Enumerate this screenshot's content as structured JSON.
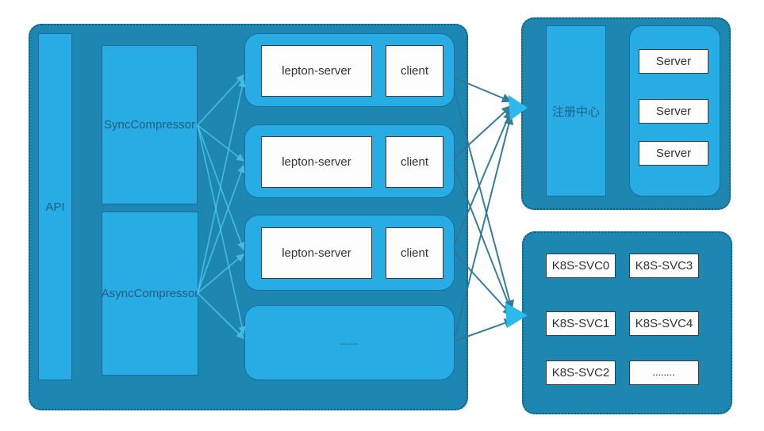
{
  "left_panel": {
    "api_label": "API",
    "sync_label": "SyncCompressor",
    "async_label": "AsyncCompressor",
    "groups": [
      {
        "server_label": "lepton-server",
        "client_label": "client"
      },
      {
        "server_label": "lepton-server",
        "client_label": "client"
      },
      {
        "server_label": "lepton-server",
        "client_label": "client"
      },
      {
        "ellipsis_label": "......"
      }
    ]
  },
  "registry_panel": {
    "registry_label": "注册中心",
    "servers": [
      "Server",
      "Server",
      "Server"
    ]
  },
  "k8s_panel": {
    "services": [
      "K8S-SVC0",
      "K8S-SVC3",
      "K8S-SVC1",
      "K8S-SVC4",
      "K8S-SVC2",
      "........"
    ]
  },
  "colors": {
    "panel_fill": "#1d87b1",
    "panel_border": "#135d7d",
    "box_fill": "#27ade3",
    "box_border": "#1b6ba6",
    "white_box_fill": "#fdfdfd",
    "white_box_border": "#3a3a3a",
    "label_on_blue": "#275d80",
    "label_on_white": "#333333",
    "arrow_internal": "#4ec9f2",
    "arrow_external": "#2d7795",
    "arrowhead_accent": "#2cb9ec"
  },
  "connections": {
    "internal": [
      [
        249,
        158,
        307,
        95
      ],
      [
        249,
        158,
        307,
        203
      ],
      [
        249,
        158,
        307,
        315
      ],
      [
        249,
        158,
        307,
        421
      ],
      [
        249,
        370,
        307,
        101
      ],
      [
        249,
        370,
        307,
        209
      ],
      [
        249,
        370,
        307,
        321
      ],
      [
        249,
        370,
        307,
        427
      ]
    ],
    "external": [
      [
        572,
        98,
        644,
        128
      ],
      [
        572,
        200,
        644,
        134
      ],
      [
        572,
        310,
        644,
        140
      ],
      [
        574,
        424,
        644,
        146
      ],
      [
        572,
        112,
        645,
        390
      ],
      [
        572,
        208,
        645,
        394
      ],
      [
        572,
        318,
        645,
        398
      ],
      [
        574,
        430,
        647,
        404
      ]
    ],
    "accent_heads": [
      "641,120 665,136 643,152",
      "637,382 665,398 639,414"
    ]
  }
}
